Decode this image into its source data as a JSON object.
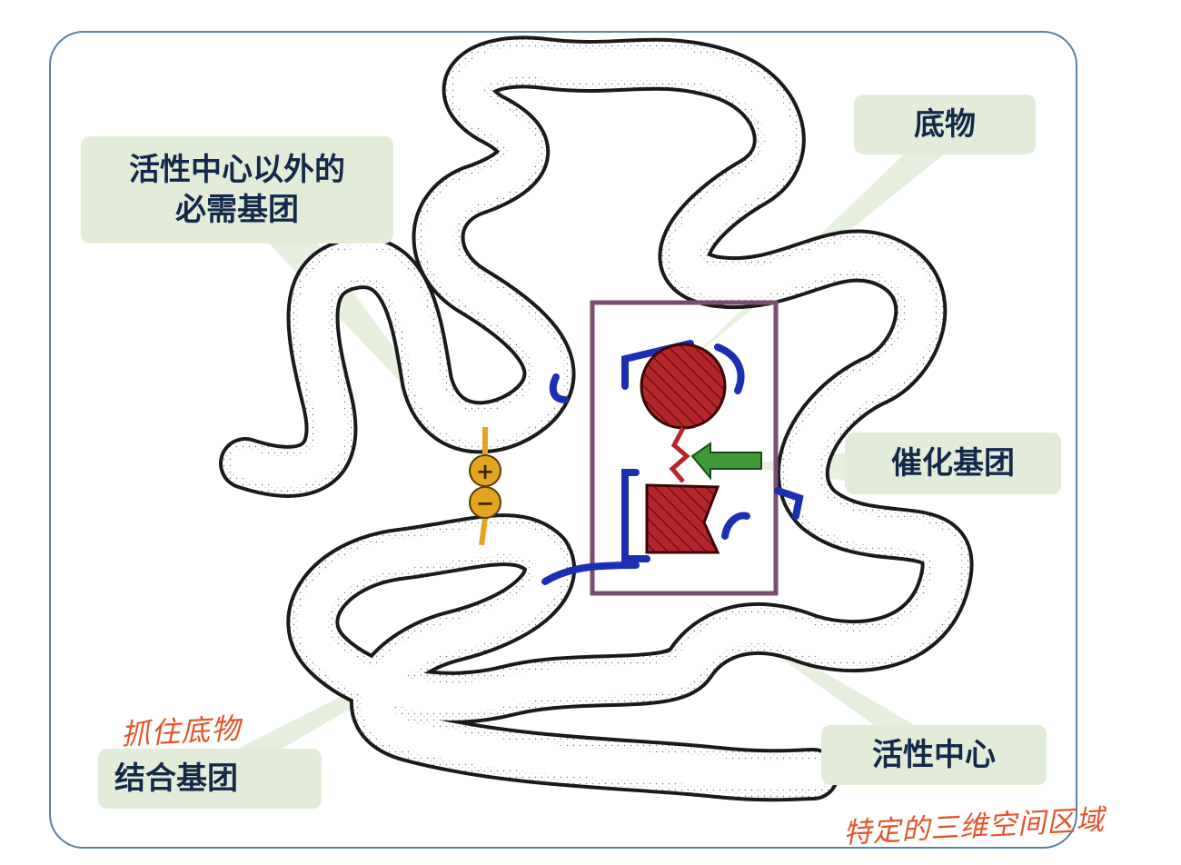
{
  "labels": {
    "essential_groups_line1": "活性中心以外的",
    "essential_groups_line2": "必需基团",
    "substrate": "底物",
    "catalytic_group": "催化基团",
    "binding_group": "结合基团",
    "active_center": "活性中心"
  },
  "annotations": {
    "grab_substrate": "抓住底物",
    "spatial_structure": "特定的三维空间区域"
  },
  "symbols": {
    "positive": "+",
    "negative": "−"
  },
  "colors": {
    "frame": "#5b7fa6",
    "label_bg": "#e3ecd9",
    "label_text": "#13294b",
    "handwriting": "#e2542a",
    "substrate": "#b5262b",
    "catalytic": "#3f9b3a",
    "binding_blue": "#1b2fb3",
    "active_box": "#7a4c6e",
    "charge_orange": "#e3a41f"
  }
}
